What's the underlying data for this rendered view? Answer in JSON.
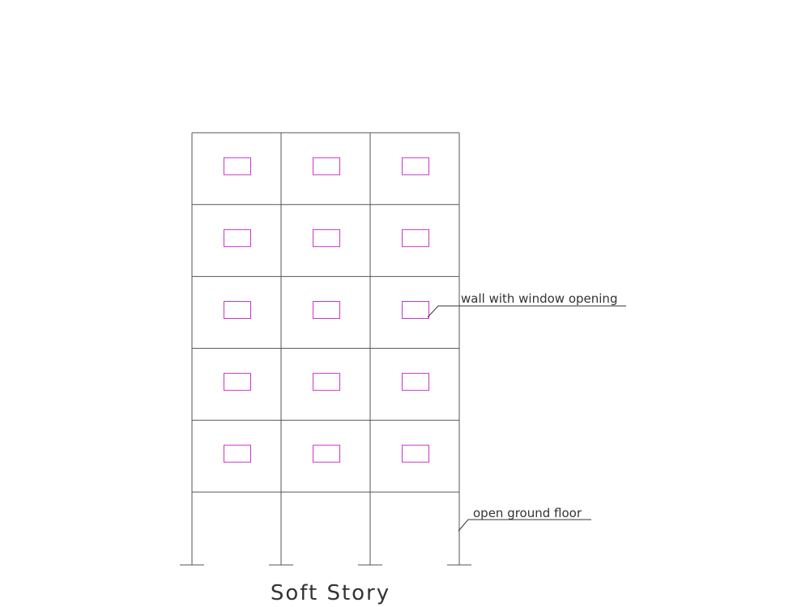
{
  "diagram": {
    "title": "Soft Story",
    "annotations": {
      "wall_label": "wall with window opening",
      "ground_label": "open ground floor"
    },
    "structure": {
      "bays": 3,
      "infilled_stories": 5,
      "open_ground_story": true
    },
    "colors": {
      "frame": "#555555",
      "window": "#cc33cc",
      "leader": "#333333",
      "text": "#333333",
      "background": "#ffffff"
    }
  }
}
